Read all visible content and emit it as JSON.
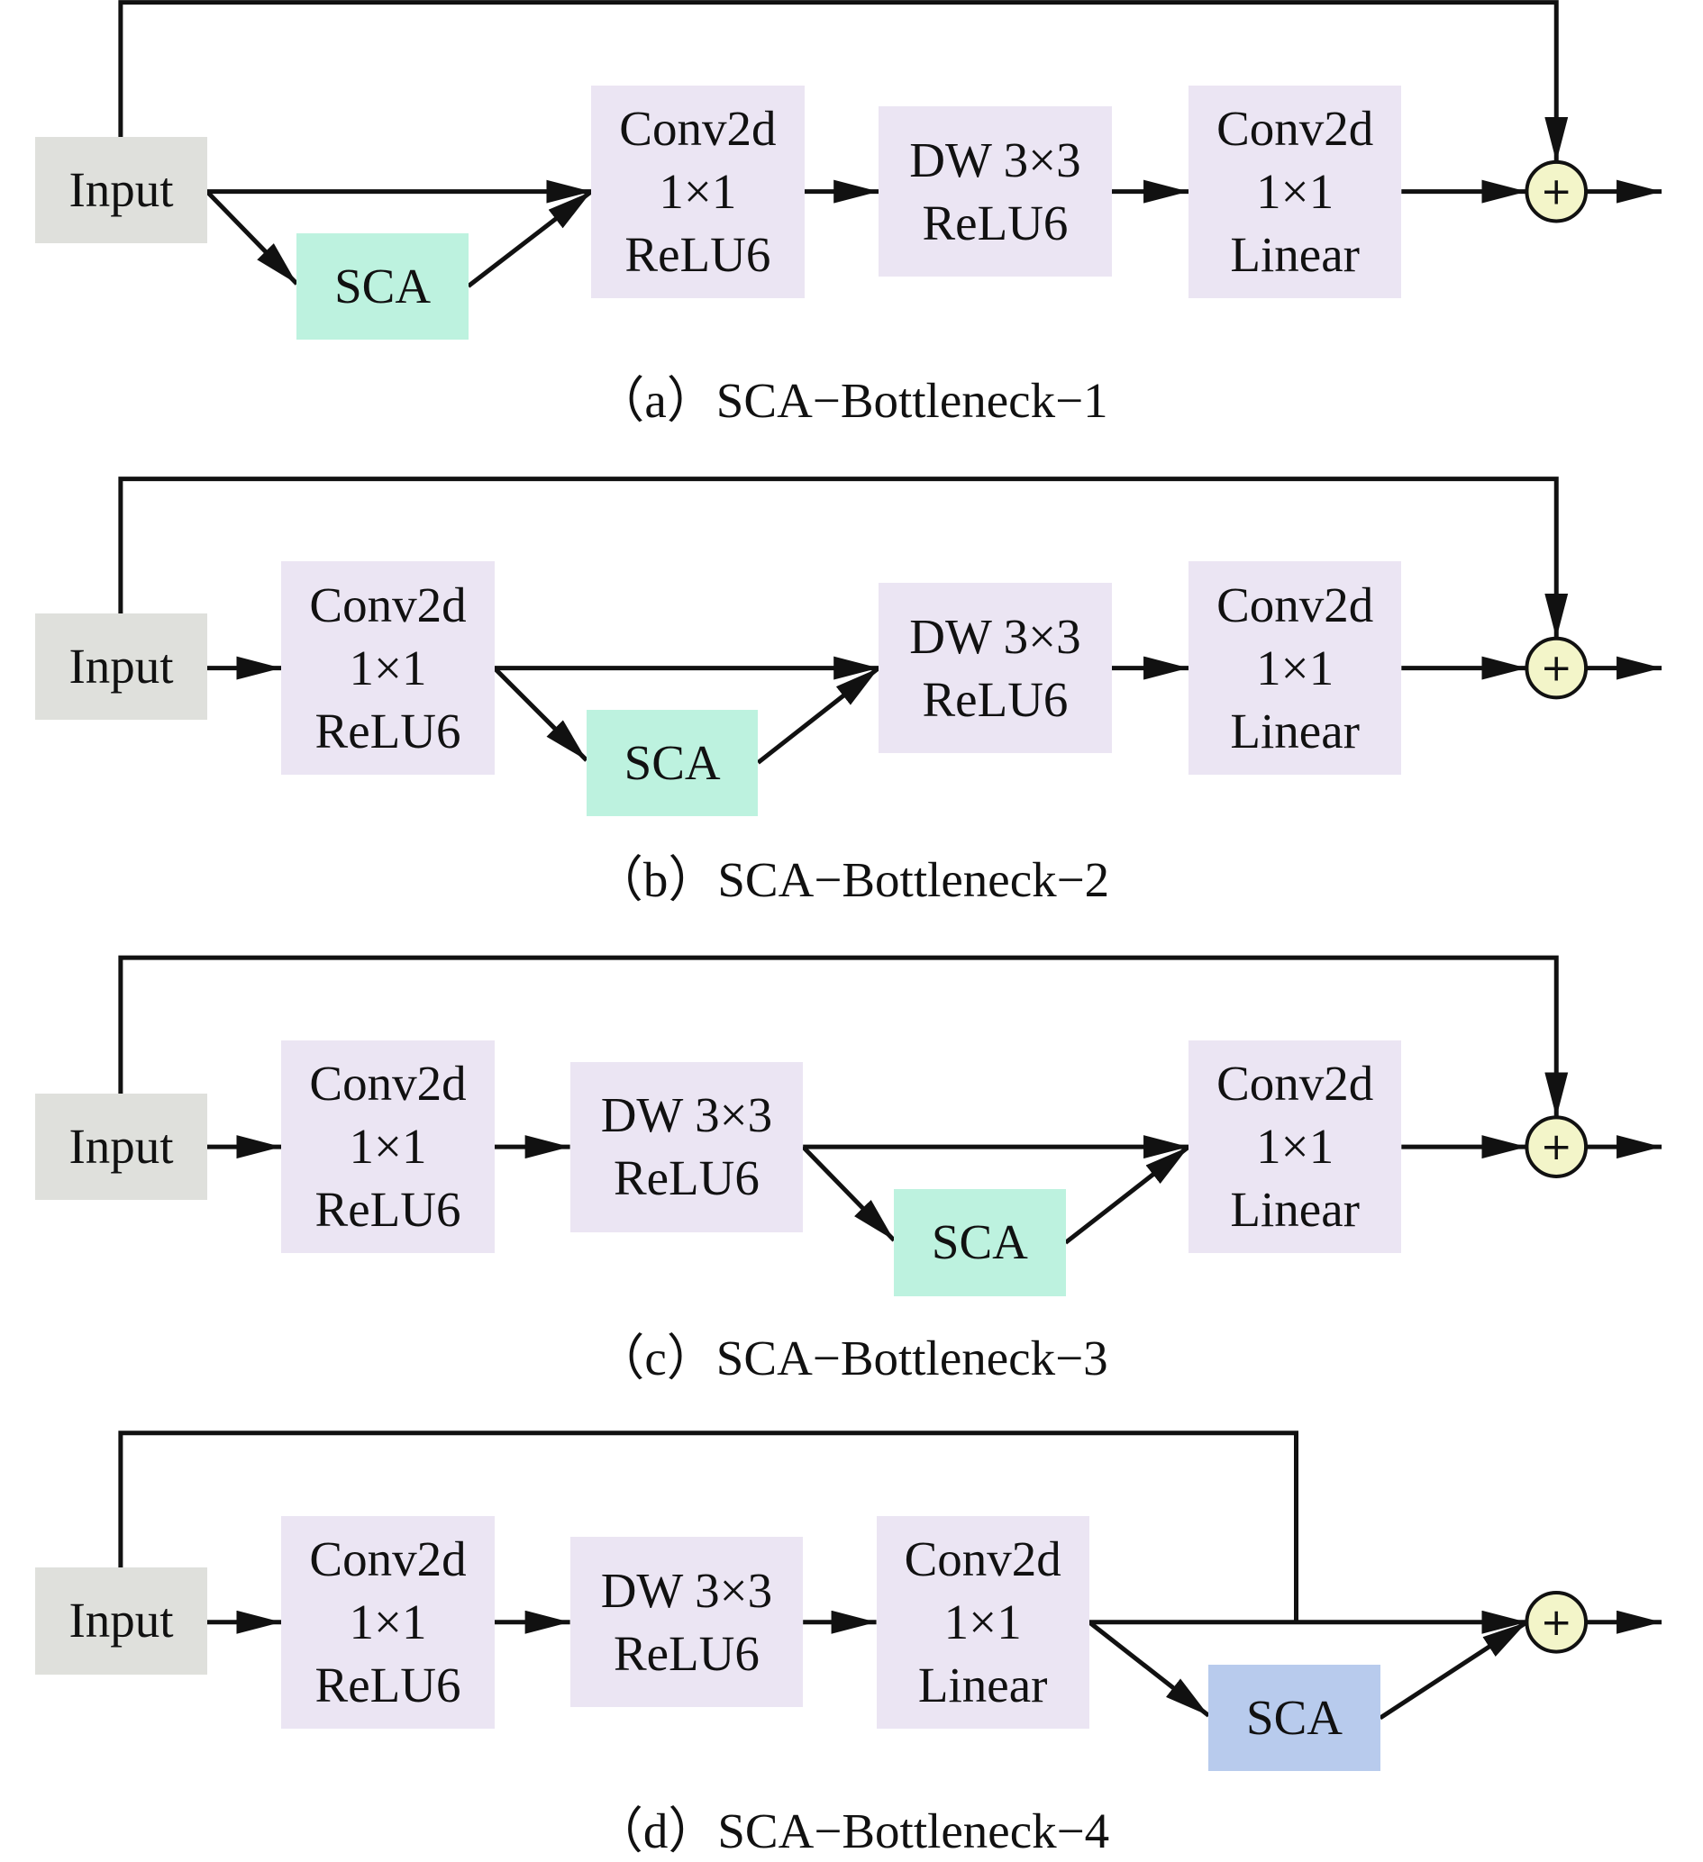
{
  "colors": {
    "input": "#dfe0dc",
    "block": "#ebe5f3",
    "sca_green": "#bdf2df",
    "sca_blue": "#b8cbed",
    "adder": "#f3f5c9",
    "line": "#111111"
  },
  "labels": {
    "input": "Input",
    "sca": "SCA",
    "conv_relu": [
      "Conv2d",
      "1×1",
      "ReLU6"
    ],
    "dw": [
      "DW 3×3",
      "ReLU6"
    ],
    "conv_linear": [
      "Conv2d",
      "1×1",
      "Linear"
    ],
    "plus": "+"
  },
  "panels": [
    {
      "caption": "（a）SCA−Bottleneck−1",
      "sca_after": "input",
      "sca_color": "sca_green"
    },
    {
      "caption": "（b）SCA−Bottleneck−2",
      "sca_after": "conv_relu",
      "sca_color": "sca_green"
    },
    {
      "caption": "（c）SCA−Bottleneck−3",
      "sca_after": "dw",
      "sca_color": "sca_green"
    },
    {
      "caption": "（d）SCA−Bottleneck−4",
      "sca_after": "conv_linear",
      "sca_color": "sca_blue"
    }
  ]
}
